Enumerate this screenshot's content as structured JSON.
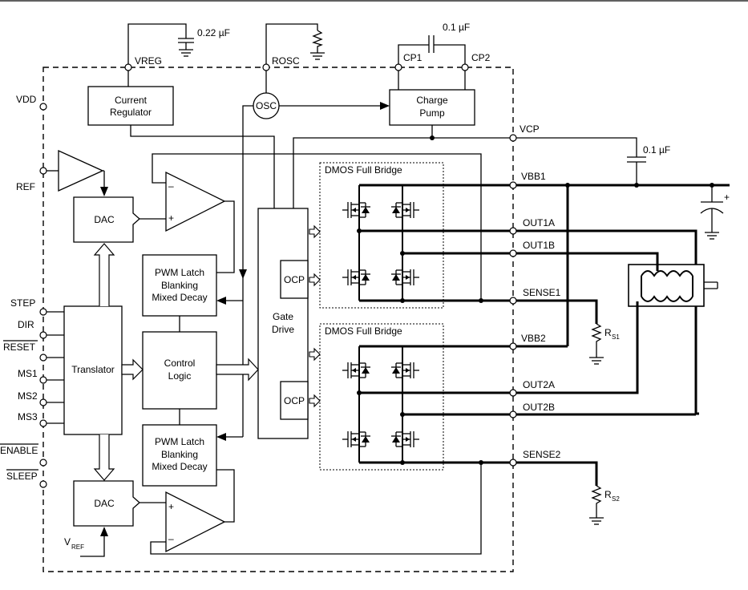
{
  "components": {
    "cap_vreg": "0.22 µF",
    "cap_charge_pump": "0.1 µF",
    "cap_vcp": "0.1 µF",
    "rs1_main": "R",
    "rs1_sub": "S1",
    "rs2_main": "R",
    "rs2_sub": "S2"
  },
  "blocks": {
    "current_regulator": [
      "Current",
      "Regulator"
    ],
    "osc": "OSC",
    "charge_pump": [
      "Charge",
      "Pump"
    ],
    "dac_top": "DAC",
    "dac_bottom": "DAC",
    "pwm_top": [
      "PWM Latch",
      "Blanking",
      "Mixed Decay"
    ],
    "pwm_bottom": [
      "PWM Latch",
      "Blanking",
      "Mixed Decay"
    ],
    "control_logic": [
      "Control",
      "Logic"
    ],
    "translator": "Translator",
    "gate_drive": [
      "Gate",
      "Drive"
    ],
    "ocp_top": "OCP",
    "ocp_bottom": "OCP",
    "bridge_top": "DMOS Full Bridge",
    "bridge_bottom": "DMOS Full Bridge",
    "comp_minus": "–",
    "comp_plus": "+",
    "cap_polarity": "+"
  },
  "pins": {
    "vreg": "VREG",
    "rosc": "ROSC",
    "cp1": "CP1",
    "cp2": "CP2",
    "vdd": "VDD",
    "ref": "REF",
    "vcp": "VCP",
    "vbb1": "VBB1",
    "out1a": "OUT1A",
    "out1b": "OUT1B",
    "sense1": "SENSE1",
    "vbb2": "VBB2",
    "out2a": "OUT2A",
    "out2b": "OUT2B",
    "sense2": "SENSE2",
    "step": "STEP",
    "dir": "DIR",
    "reset": "RESET",
    "ms1": "MS1",
    "ms2": "MS2",
    "ms3": "MS3",
    "enable": "ENABLE",
    "sleep": "SLEEP",
    "vref_main": "V",
    "vref_sub": "REF"
  }
}
